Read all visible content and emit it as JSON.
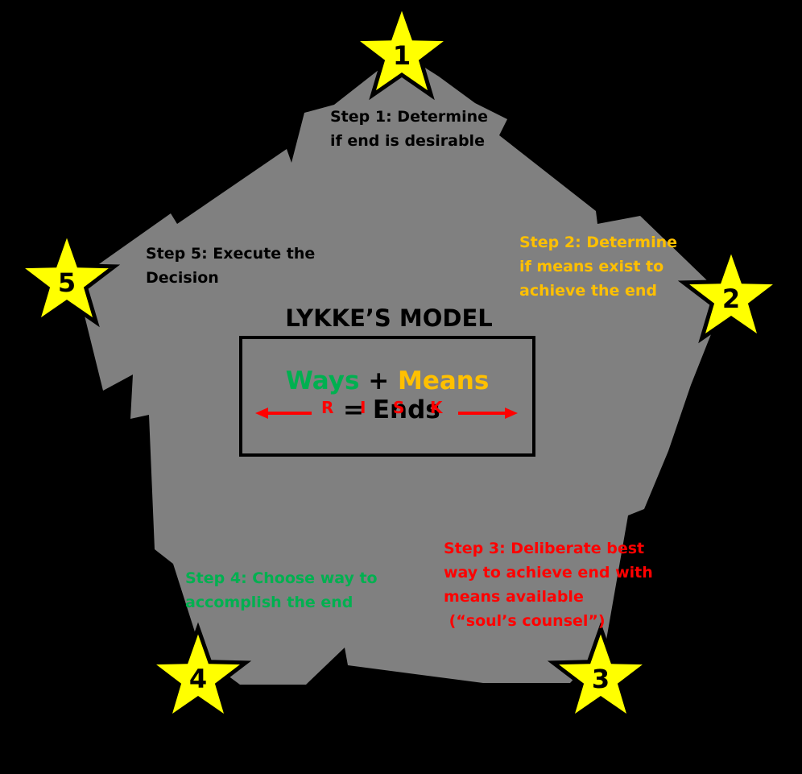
{
  "colors": {
    "background": "#000000",
    "pentagon": "#808080",
    "star": "#ffff00",
    "green": "#00b050",
    "orange": "#ffc000",
    "red": "#ff0000",
    "black": "#000000"
  },
  "title": "LYKKE’S MODEL",
  "equation": {
    "ways": "Ways",
    "plus": " + ",
    "means": "Means",
    "equals": " = ",
    "ends": "Ends"
  },
  "risk": [
    "R",
    "I",
    "S",
    "K"
  ],
  "stars": [
    {
      "number": "1"
    },
    {
      "number": "2"
    },
    {
      "number": "3"
    },
    {
      "number": "4"
    },
    {
      "number": "5"
    }
  ],
  "steps": [
    {
      "lines": [
        "Step 1: Determine",
        "if end is desirable"
      ]
    },
    {
      "lines": [
        "Step 2: Determine",
        "if means exist to",
        "achieve the end"
      ]
    },
    {
      "lines": [
        "Step 3: Deliberate best",
        "way to achieve end with",
        "means available",
        " (“soul’s counsel”)"
      ]
    },
    {
      "lines": [
        "Step 4: Choose way to",
        "accomplish the end"
      ]
    },
    {
      "lines": [
        "Step 5: Execute the",
        "Decision"
      ]
    }
  ]
}
